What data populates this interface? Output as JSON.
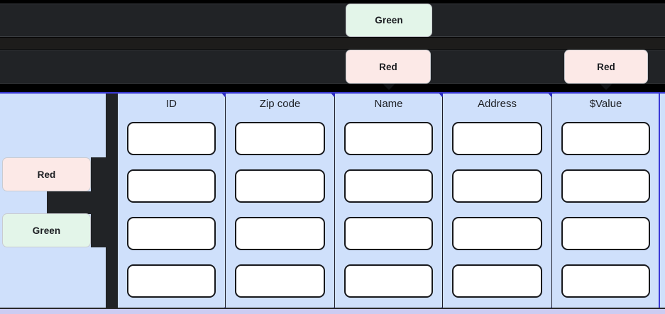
{
  "app": {
    "background": "#000000",
    "canvas_color": "#cfe0fb",
    "accent_blue": "#3b3ad6",
    "toolbar_color": "#212326"
  },
  "toolbar": {
    "rows": [
      {
        "name": "toolbar-row-1",
        "chips": [
          {
            "label": "Green",
            "color": "green"
          }
        ]
      },
      {
        "name": "toolbar-row-2",
        "chips": [
          {
            "label": "Red",
            "color": "red"
          },
          {
            "label": "Red",
            "color": "red"
          }
        ]
      }
    ],
    "chip_green_top": "Green",
    "chip_red_mid": "Red",
    "chip_red_right": "Red"
  },
  "sidebar": {
    "chips": [
      {
        "label": "Red",
        "color": "red"
      },
      {
        "label": "Green",
        "color": "green"
      }
    ],
    "chip_red": "Red",
    "chip_green": "Green"
  },
  "table": {
    "columns": [
      {
        "header": "ID",
        "cells": [
          "",
          "",
          "",
          ""
        ]
      },
      {
        "header": "Zip code",
        "cells": [
          "",
          "",
          "",
          ""
        ]
      },
      {
        "header": "Name",
        "cells": [
          "",
          "",
          "",
          ""
        ]
      },
      {
        "header": "Address",
        "cells": [
          "",
          "",
          "",
          ""
        ]
      },
      {
        "header": "$Value",
        "cells": [
          "",
          "",
          "",
          ""
        ]
      }
    ],
    "row_count": 4,
    "column_count": 5
  },
  "colors": {
    "green_chip_bg": "#e3f5e9",
    "red_chip_bg": "#fce9e7",
    "chip_border": "#c9cbd0",
    "cell_border": "#17181c",
    "cell_bg": "#ffffff",
    "bottom_band": "#ccccf2"
  }
}
